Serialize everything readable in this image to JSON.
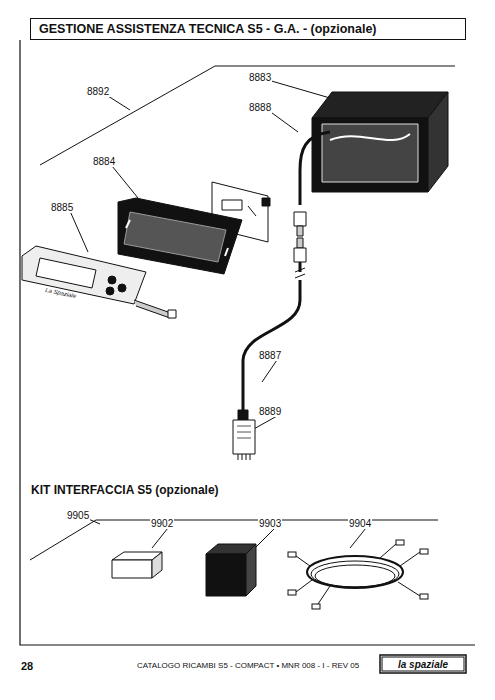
{
  "diagram": {
    "title": "GESTIONE ASSISTENZA TECNICA S5 - G.A. - (opzionale)",
    "labels": [
      "8892",
      "8883",
      "8888",
      "8884",
      "8885",
      "La Spaziale",
      "8887",
      "8889",
      "KIT INTERFACCIA S5 (opzionale)",
      "9905",
      "9902",
      "9903",
      "9904",
      "28",
      "CATALOGO RICAMBI S5 - COMPACT • MNR 008 - I - REV 05",
      "la spaziale"
    ]
  }
}
